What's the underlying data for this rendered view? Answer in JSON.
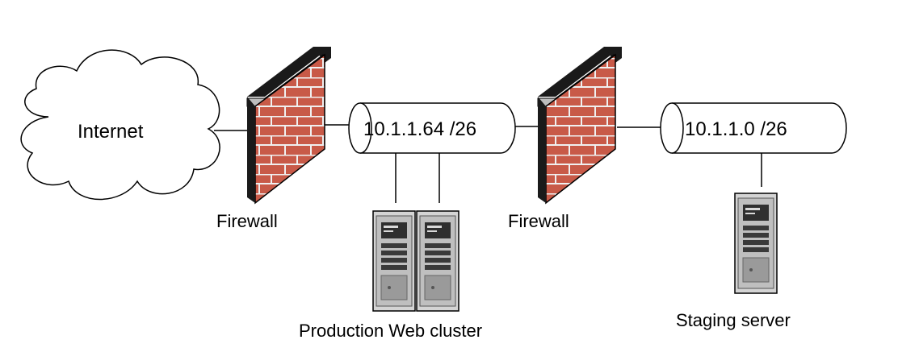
{
  "nodes": {
    "internet": {
      "label": "Internet"
    },
    "firewall_1": {
      "label": "Firewall"
    },
    "firewall_2": {
      "label": "Firewall"
    },
    "network_a": {
      "label": "10.1.1.64 /26"
    },
    "network_b": {
      "label": "10.1.1.0 /26"
    },
    "production_cluster": {
      "label": "Production Web cluster"
    },
    "staging_server": {
      "label": "Staging server"
    }
  },
  "colors": {
    "brick": "#c85a48",
    "mortar": "#f0f0f0",
    "firewall_cap": "#bdbdbd",
    "firewall_shadow": "#1a1a1a",
    "server_body": "#d4d4d4",
    "server_dark": "#3a3a3a",
    "line": "#000000"
  }
}
